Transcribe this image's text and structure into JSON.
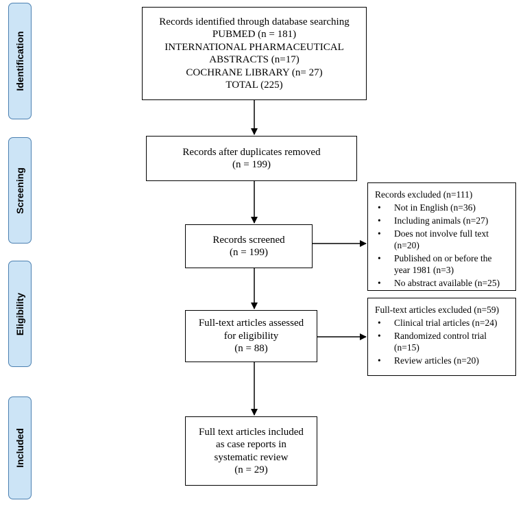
{
  "phases": {
    "identification": "Identification",
    "screening": "Screening",
    "eligibility": "Eligibility",
    "included": "Included"
  },
  "boxes": {
    "identified": [
      "Records identified through database searching",
      "PUBMED (n = 181)",
      "INTERNATIONAL PHARMACEUTICAL",
      "ABSTRACTS (n=17)",
      "COCHRANE LIBRARY (n= 27)",
      "TOTAL (225)"
    ],
    "duplicates_removed": [
      "Records after duplicates removed",
      "(n = 199)"
    ],
    "screened": [
      "Records screened",
      "(n = 199)"
    ],
    "fulltext_assessed": [
      "Full-text articles assessed",
      "for eligibility",
      "(n = 88)"
    ],
    "included": [
      "Full text articles included",
      "as case reports in",
      "systematic review",
      "(n = 29)"
    ]
  },
  "excluded_records": {
    "header": "Records excluded (n=111)",
    "items": [
      "Not in English (n=36)",
      "Including animals (n=27)",
      "Does not involve full text (n=20)",
      "Published on or before the year 1981 (n=3)",
      "No abstract available (n=25)"
    ]
  },
  "excluded_fulltext": {
    "header": "Full-text articles excluded (n=59)",
    "items": [
      "Clinical trial articles (n=24)",
      "Randomized control trial (n=15)",
      "Review articles (n=20)"
    ]
  }
}
